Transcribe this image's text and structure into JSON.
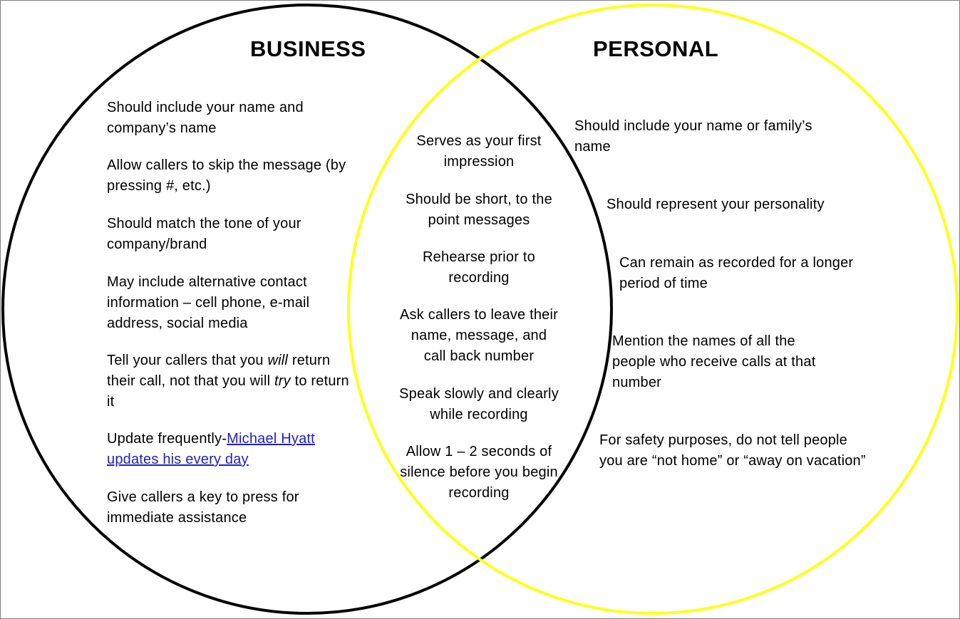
{
  "colors": {
    "business_circle": "#000000",
    "personal_circle": "#ffff1a",
    "link": "#1f1fbf"
  },
  "business": {
    "title": "BUSINESS",
    "items": [
      "Should include your name and company’s name",
      "Allow callers to skip the message (by pressing #, etc.)",
      "Should match the tone of your company/brand",
      "May include alternative contact information – cell phone, e-mail address, social media",
      {
        "before": "Tell your callers that you ",
        "em1": "will",
        "middle": " return their call, not that you will ",
        "em2": "try",
        "after": " to return it"
      },
      {
        "prefix": "Update frequently-",
        "link_text": "Michael Hyatt updates his every day"
      },
      "Give callers a key to press for immediate assistance"
    ]
  },
  "both": {
    "items": [
      "Serves as your first impression",
      "Should be short, to the point messages",
      "Rehearse prior to recording",
      "Ask callers to leave their name, message, and call back number",
      "Speak slowly and clearly while recording",
      "Allow 1 – 2 seconds of silence before you begin recording"
    ]
  },
  "personal": {
    "title": "PERSONAL",
    "items": [
      "Should include your name or family’s name",
      "Should represent your personality",
      "Can remain as recorded for a longer period of time",
      "Mention the names of all the people who receive calls at that number",
      "For safety purposes, do not tell people you are “not home” or “away on vacation”"
    ]
  }
}
